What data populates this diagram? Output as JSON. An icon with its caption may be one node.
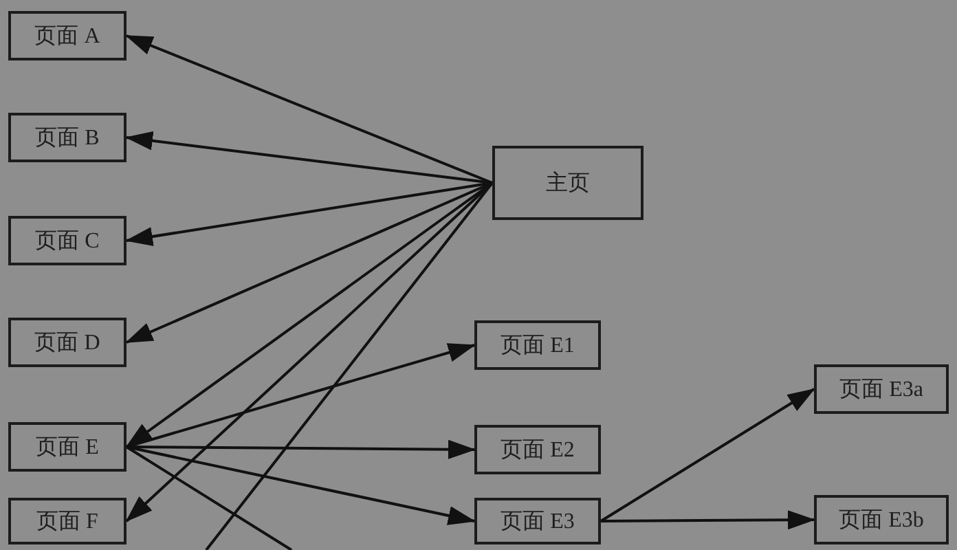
{
  "diagram": {
    "nodes": [
      {
        "text": [
          "主页"
        ]
      },
      {
        "text": [
          "页面 A"
        ]
      },
      {
        "text": [
          "页面 B"
        ]
      },
      {
        "text": [
          "页面 C"
        ]
      },
      {
        "text": [
          "页面 D"
        ]
      },
      {
        "text": [
          "页面 E"
        ]
      },
      {
        "text": [
          "页面 F"
        ]
      },
      {
        "text": [
          "页面 E1"
        ]
      },
      {
        "text": [
          "页面 E2"
        ]
      },
      {
        "text": [
          "页面 E3"
        ]
      },
      {
        "text": [
          "页面 E3a"
        ]
      },
      {
        "text": [
          "页面 E3b"
        ]
      }
    ],
    "edges": [
      {
        "from": 0,
        "to": 1,
        "arrow": "to"
      },
      {
        "from": 0,
        "to": 2,
        "arrow": "to"
      },
      {
        "from": 0,
        "to": 3,
        "arrow": "to"
      },
      {
        "from": 0,
        "to": 4,
        "arrow": "to"
      },
      {
        "from": 0,
        "to": 5,
        "arrow": "to"
      },
      {
        "from": 0,
        "to": 6,
        "arrow": "to"
      },
      {
        "from": 0,
        "to": null,
        "arrow": "none"
      },
      {
        "from": 5,
        "to": 7,
        "arrow": "to"
      },
      {
        "from": 5,
        "to": 8,
        "arrow": "to"
      },
      {
        "from": 5,
        "to": 9,
        "arrow": "to"
      },
      {
        "from": 5,
        "to": null,
        "arrow": "none"
      },
      {
        "from": 9,
        "to": 10,
        "arrow": "to"
      },
      {
        "from": 9,
        "to": 11,
        "arrow": "to"
      }
    ]
  }
}
